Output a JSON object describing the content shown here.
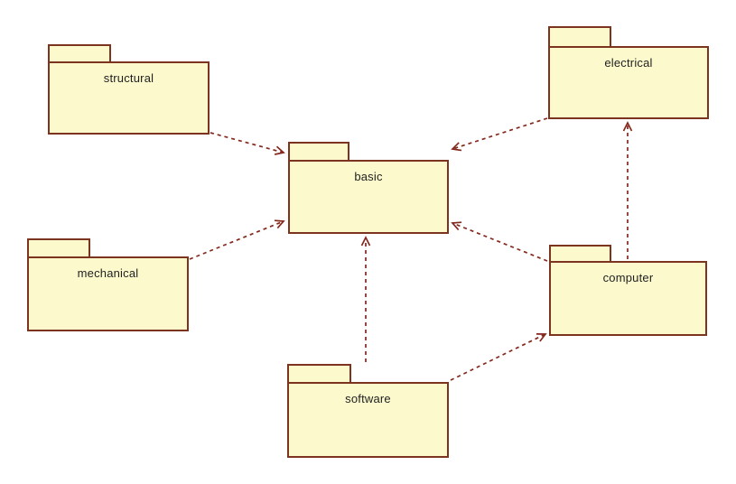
{
  "diagram": {
    "type": "uml-package-diagram",
    "background": "#FFFFFF",
    "colors": {
      "package_fill": "#FCFACD",
      "package_border": "#7C3420",
      "dependency_line": "#84291E",
      "label_text": "#1F1F1F"
    },
    "packages": [
      {
        "id": "structural",
        "label": "structural"
      },
      {
        "id": "electrical",
        "label": "electrical"
      },
      {
        "id": "basic",
        "label": "basic"
      },
      {
        "id": "mechanical",
        "label": "mechanical"
      },
      {
        "id": "computer",
        "label": "computer"
      },
      {
        "id": "software",
        "label": "software"
      }
    ],
    "dependencies": [
      {
        "from": "structural",
        "to": "basic",
        "style": "dashed-open-arrow"
      },
      {
        "from": "mechanical",
        "to": "basic",
        "style": "dashed-open-arrow"
      },
      {
        "from": "software",
        "to": "basic",
        "style": "dashed-open-arrow"
      },
      {
        "from": "computer",
        "to": "basic",
        "style": "dashed-open-arrow"
      },
      {
        "from": "electrical",
        "to": "basic",
        "style": "dashed-open-arrow"
      },
      {
        "from": "software",
        "to": "computer",
        "style": "dashed-open-arrow"
      },
      {
        "from": "computer",
        "to": "electrical",
        "style": "dashed-open-arrow"
      }
    ]
  }
}
